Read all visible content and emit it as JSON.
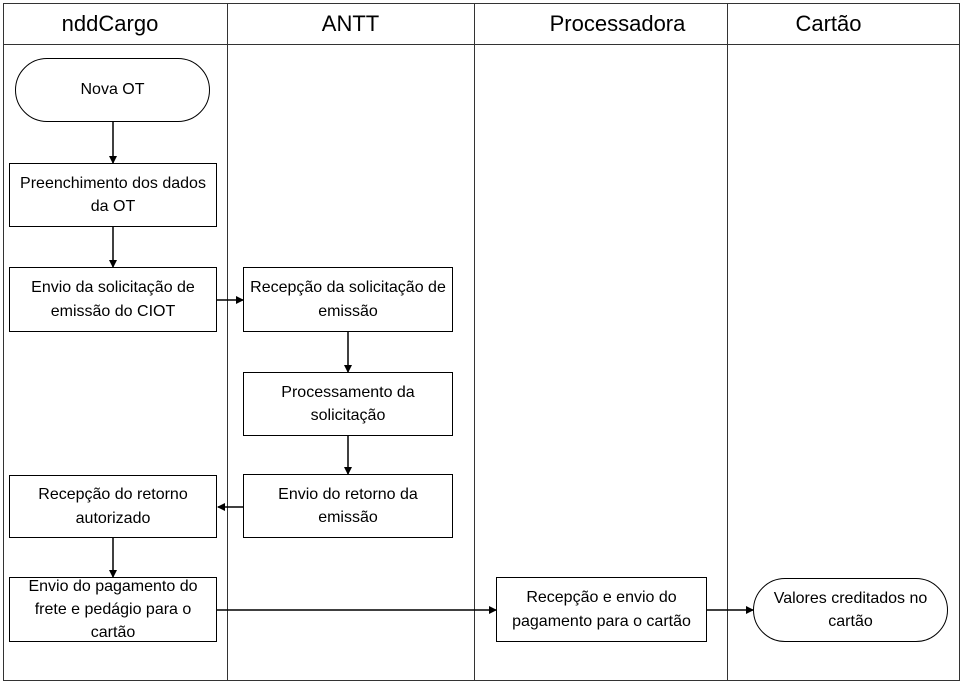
{
  "lanes": [
    {
      "title": "nddCargo"
    },
    {
      "title": "ANTT"
    },
    {
      "title": "Processadora"
    },
    {
      "title": "Cartão"
    }
  ],
  "nodes": {
    "start": "Nova OT",
    "fill_data": "Preenchimento dos dados da OT",
    "send_request": "Envio da solicitação de emissão do CIOT",
    "receive_request": "Recepção da solicitação de emissão",
    "process_request": "Processamento da solicitação",
    "send_return": "Envio do retorno da emissão",
    "receive_return": "Recepção do retorno autorizado",
    "send_payment": "Envio do pagamento do frete e pedágio para o cartão",
    "receive_forward_payment": "Recepção e envio do pagamento para o cartão",
    "end": "Valores creditados no cartão"
  }
}
